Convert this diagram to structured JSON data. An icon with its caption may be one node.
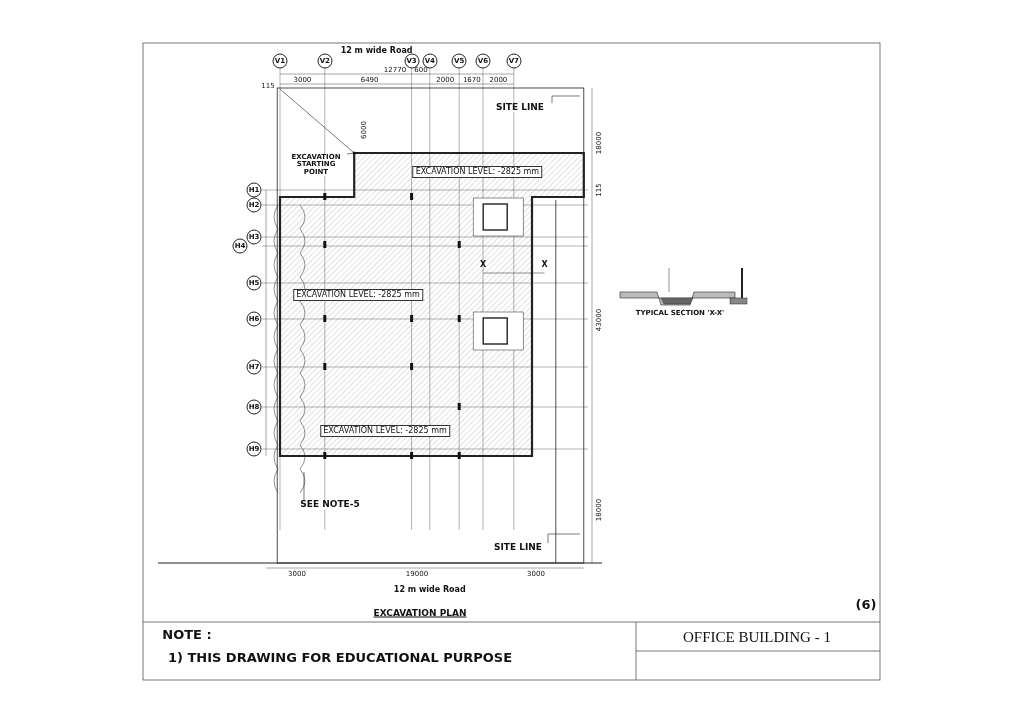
{
  "diagram": {
    "nodes": [
      {
        "text": [
          "EXCAVATION STARTING POINT"
        ]
      },
      {
        "text": [
          "SITE LINE"
        ]
      },
      {
        "text": [
          "SEE NOTE-5"
        ]
      },
      {
        "text": [
          "SITE LINE"
        ]
      }
    ],
    "edges": [
      {
        "from": 0,
        "to": null,
        "arrow": "other"
      },
      {
        "from": 1,
        "to": null,
        "arrow": "none"
      },
      {
        "from": 2,
        "to": null,
        "arrow": "none"
      },
      {
        "from": 3,
        "to": null,
        "arrow": "none"
      }
    ],
    "labels": [
      "12 m wide Road",
      "V1",
      "V2",
      "V3",
      "V4",
      "V5",
      "V6",
      "V7",
      "12770",
      "3000",
      "6490",
      "600",
      "2000",
      "1670",
      "2000",
      "115",
      "6000",
      "18000",
      "EXCAVATION LEVEL: -2825 mm",
      "H1",
      "115",
      "H2",
      "H3",
      "H4",
      "X",
      "X",
      "H5",
      "EXCAVATION LEVEL: -2825 mm",
      "TYPICAL SECTION 'X-X'",
      "H6",
      "43000",
      "H7",
      "H8",
      "EXCAVATION LEVEL: -2825 mm",
      "H9",
      "18000",
      "3000",
      "19000",
      "3000",
      "12 m wide Road",
      "EXCAVATION PLAN",
      "(6)",
      "NOTE :",
      "1) THIS DRAWING FOR EDUCATIONAL PURPOSE",
      "OFFICE BUILDING - 1"
    ]
  }
}
